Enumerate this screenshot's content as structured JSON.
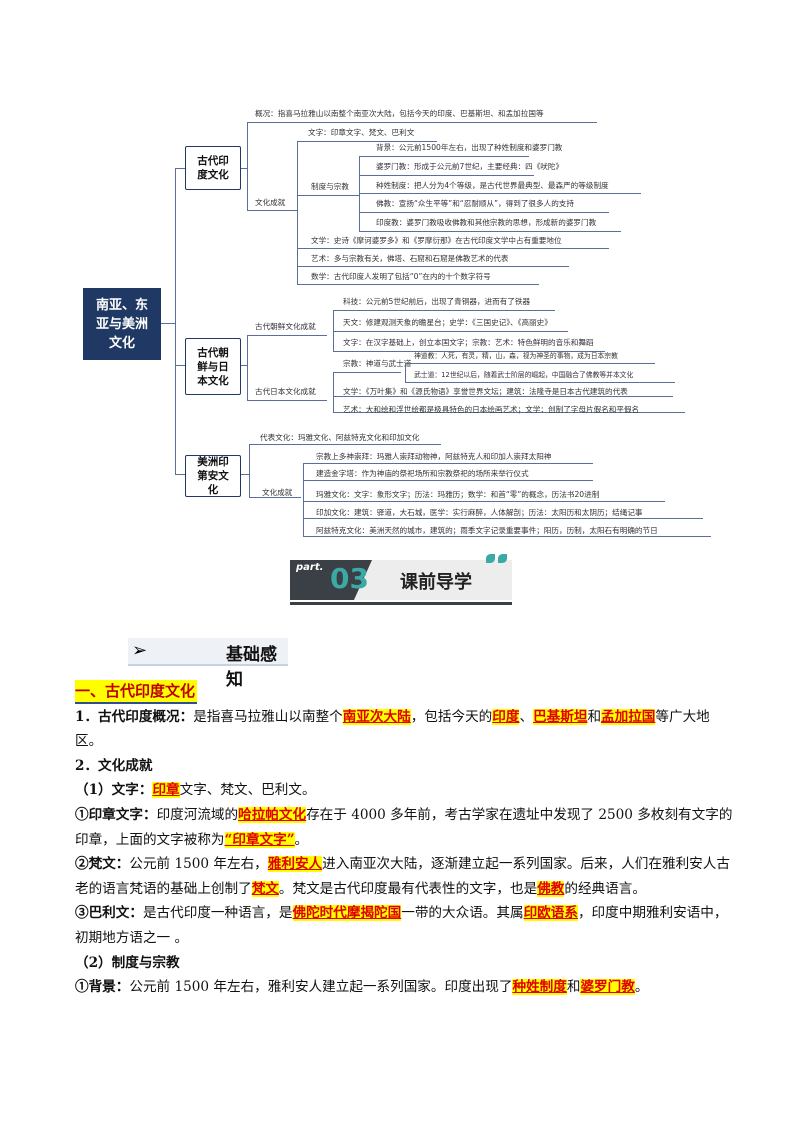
{
  "mindmap": {
    "root": "南亚、东亚与美洲文化",
    "india": {
      "box": "古代印度文化",
      "overview": "概况：指喜马拉雅山以南整个南亚次大陆，包括今天的印度、巴基斯坦、和孟加拉国等",
      "writing": "文字：印章文字、梵文、巴利文",
      "achievements": "文化成就",
      "system_religion": "制度与宗教",
      "background": "背景：公元前1500年左右，出现了种姓制度和婆罗门教",
      "brahmanism": "婆罗门教：形成于公元前7世纪，主要经典：四《吠陀》",
      "caste": "种姓制度：把人分为4个等级，是古代世界最典型、最森严的等级制度",
      "buddhism": "佛教：宣扬“众生平等”和“忍耐顺从”，得到了很多人的支持",
      "hinduism": "印度教：婆罗门教吸收佛教和其他宗教的思想，形成新的婆罗门教",
      "literature": "文学：史诗《摩诃婆罗多》和《罗摩衍那》在古代印度文学中占有重要地位",
      "art": "艺术：多与宗教有关，佛塔、石窟和石窟是佛教艺术的代表",
      "math": "数学：古代印度人发明了包括“0”在内的十个数字符号"
    },
    "korea_japan": {
      "box": "古代朝鲜与日本文化",
      "korea": "古代朝鲜文化成就",
      "korea_science": "科技：公元前5世纪前后，出现了青铜器，进而有了铁器",
      "korea_astronomy": "天文：修建观测天象的瞻星台；史学：《三国史记》、《高丽史》",
      "korea_writing": "文字：在汉字基础上，创立本国文字；宗教：艺术：特色鲜明的音乐和舞蹈",
      "japan": "古代日本文化成就",
      "japan_religion": "宗教：神道与武士道",
      "japan_shinto": "神道教：人死，有灵，精，山，森，视为神圣的事物，成为日本宗教",
      "japan_bushido": "武士道：12世纪以后，随着武士阶层的崛起，中国融合了佛教等并本文化",
      "japan_lit": "文学：《万叶集》和《源氏物语》享誉世界文坛；建筑：法隆寺是日本古代建筑的代表",
      "japan_art": "艺术：大和绘和浮世绘都是极具特色的日本绘画艺术；文学：创制了字母片假名和平假名"
    },
    "americas": {
      "box": "美洲印第安文化",
      "representative": "代表文化：玛雅文化、阿兹特克文化和印加文化",
      "achievements": "文化成就",
      "religion": "宗教上多神崇拜：玛雅人崇拜动物神，阿兹特克人和印加人崇拜太阳神",
      "writing": "建造金字塔：作为神庙的祭祀场所和宗教祭祀的场所来举行仪式",
      "maya": "玛雅文化：文字：象形文字；历法：玛雅历；数学：和首“零”的概念，历法书20进制",
      "inca": "印加文化：建筑：驿道，大石城，医学：实行麻醉，人体解剖；历法：太阳历和太阴历；结绳记事",
      "aztec": "阿兹特克文化：美洲天然的城市，建筑的；雨季文字记录重要事件；阳历，历制，太阳石有明确的节日"
    }
  },
  "banner": {
    "part_word": "part.",
    "number": "03",
    "title": "课前导学"
  },
  "section": {
    "arrow": "➢",
    "title": "基础感知"
  },
  "content": {
    "h1": "一、古代印度文化",
    "p1_label": "1．古代印度概况：",
    "p1_a": "是指喜马拉雅山以南整个",
    "p1_hl1": "南亚次大陆",
    "p1_b": "，包括今天的",
    "p1_hl2": "印度",
    "p1_c": "、",
    "p1_hl3": "巴基斯坦",
    "p1_d": "和",
    "p1_hl4": "孟加拉国",
    "p1_e": "等广大地区。",
    "p2_label": "2．文化成就",
    "p3_label": "（1）文字：",
    "p3_hl": "印章",
    "p3_a": "文字、梵文、巴利文。",
    "p4_label": "①印章文字：",
    "p4_a": "印度河流域的",
    "p4_hl1": "哈拉帕文化",
    "p4_b": "存在于 4000 多年前，考古学家在遗址中发现了 2500 多枚刻有文字的印章，上面的文字被称为",
    "p4_hl2": "“印章文字”",
    "p4_c": "。",
    "p5_label": "②梵文：",
    "p5_a": "公元前 1500 年左右，",
    "p5_hl1": "雅利安人",
    "p5_b": "进入南亚次大陆，逐渐建立起一系列国家。后来，人们在雅利安人古老的语言梵语的基础上创制了",
    "p5_hl2": "梵文",
    "p5_c": "。梵文是古代印度最有代表性的文字，也是",
    "p5_hl3": "佛教",
    "p5_d": "的经典语言。",
    "p6_label": "③巴利文：",
    "p6_a": "是古代印度一种语言，是",
    "p6_hl1": "佛陀时代摩揭陀国",
    "p6_b": "一带的大众语。其属",
    "p6_hl2": "印欧语系",
    "p6_c": "，印度中期雅利安语中，初期地方语之一 。",
    "p7_label": "（2）制度与宗教",
    "p8_label": "①背景：",
    "p8_a": "公元前 1500 年左右，雅利安人建立起一系列国家。印度出现了",
    "p8_hl1": "种姓制度",
    "p8_b": "和",
    "p8_hl2": "婆罗门教",
    "p8_c": "。"
  }
}
